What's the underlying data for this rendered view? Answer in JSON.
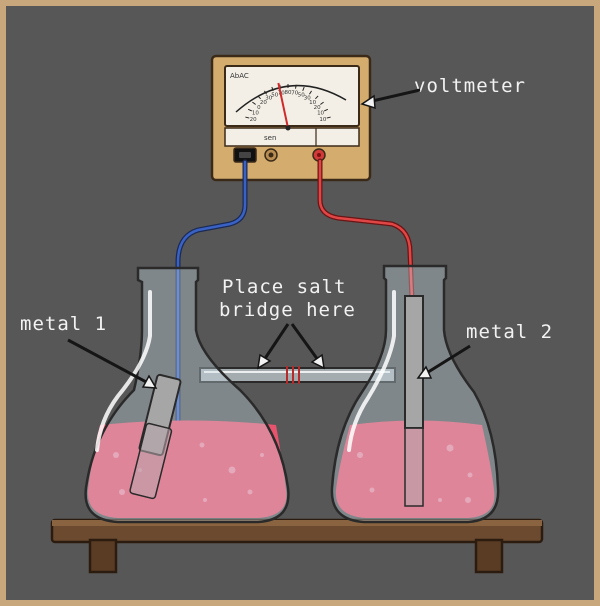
{
  "labels": {
    "voltmeter": "voltmeter",
    "metal_1": "metal 1",
    "metal_2": "metal 2",
    "salt_bridge_line1": "Place salt",
    "salt_bridge_line2": "bridge here"
  },
  "voltmeter": {
    "face_brand": "AbAC",
    "bottom_text": "sen",
    "scale_ticks": [
      "20",
      "10",
      "0",
      "20",
      "30",
      "50",
      "70",
      "80",
      "70",
      "50",
      "30",
      "10",
      "20",
      "10",
      "10"
    ],
    "needle_reading_fraction": 0.42
  },
  "colors": {
    "background": "#575757",
    "frame": "#c9a77c",
    "solution": "#e8546e",
    "wire_negative": "#2b4a9a",
    "wire_positive": "#d23a3a",
    "meter_case": "#d4ac6e",
    "stand": "#6b4a2f"
  },
  "icons": {
    "meter_terminal_left": "black-terminal",
    "meter_terminal_right": "red-terminal"
  }
}
